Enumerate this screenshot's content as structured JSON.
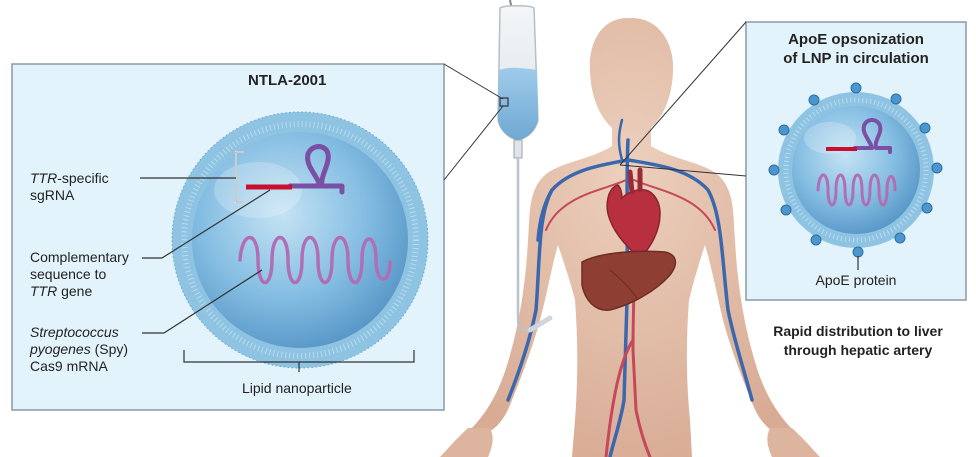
{
  "left_panel": {
    "title": "NTLA-2001",
    "labels": {
      "sgrna_italic": "TTR",
      "sgrna_rest_line1": "-specific",
      "sgrna_line2": "sgRNA",
      "comp_line1": "Complementary",
      "comp_line2": "sequence to",
      "comp_italic": "TTR",
      "comp_rest": " gene",
      "spy_italic1": "Streptococcus",
      "spy_italic2": "pyogenes",
      "spy_rest": " (Spy)",
      "spy_line3": "Cas9 mRNA",
      "lipid": "Lipid nanoparticle"
    }
  },
  "right_panel": {
    "title_line1": "ApoE opsonization",
    "title_line2": "of LNP in circulation",
    "apoe_label": "ApoE protein"
  },
  "distribution": {
    "line1": "Rapid distribution to liver",
    "line2": "through hepatic artery"
  },
  "colors": {
    "panel_bg": "#e3f3fb",
    "panel_border": "#8a9aa6",
    "membrane": "#8ec3e2",
    "core": "#6fa9d3",
    "sgrna": "#7a4fa4",
    "guide_red": "#c8102e",
    "mrna": "#b06fb4",
    "body": "#e4c2ad",
    "vein": "#3a67ad",
    "artery": "#c6485b",
    "liver": "#8e3e32",
    "heart": "#b83040",
    "apoe": "#4a97cf"
  }
}
